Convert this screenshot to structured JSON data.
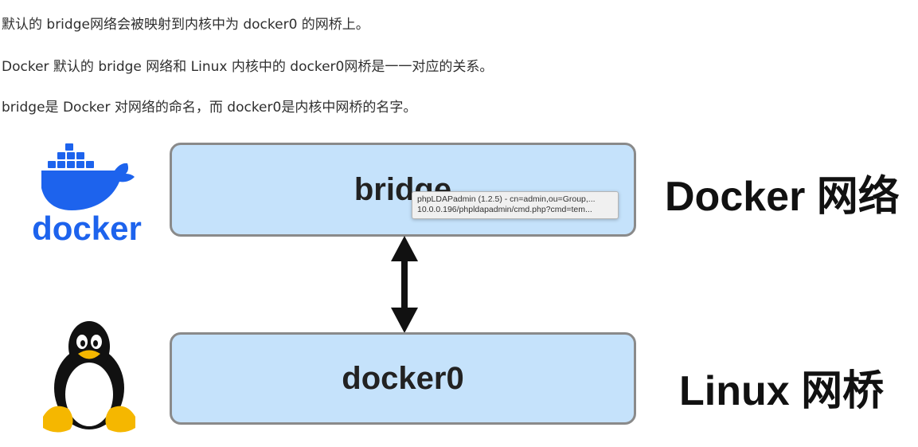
{
  "paragraphs": [
    "默认的 bridge网络会被映射到内核中为 docker0 的网桥上。",
    "Docker 默认的 bridge 网络和 Linux 内核中的 docker0网桥是一一对应的关系。",
    "bridge是 Docker 对网络的命名，而 docker0是内核中网桥的名字。"
  ],
  "diagram": {
    "top_box_label": "bridge",
    "bottom_box_label": "docker0",
    "top_side_label": "Docker 网络",
    "bottom_side_label": "Linux 网桥",
    "docker_logo_text": "docker",
    "box_fill_color": "#c5e2fb",
    "docker_brand_color": "#1d63ed",
    "arrow_icon": "double-vertical-arrow-icon"
  },
  "tooltip": {
    "line1": "phpLDAPadmin (1.2.5) - cn=admin,ou=Group,...",
    "line2": "10.0.0.196/phpldapadmin/cmd.php?cmd=tem..."
  }
}
